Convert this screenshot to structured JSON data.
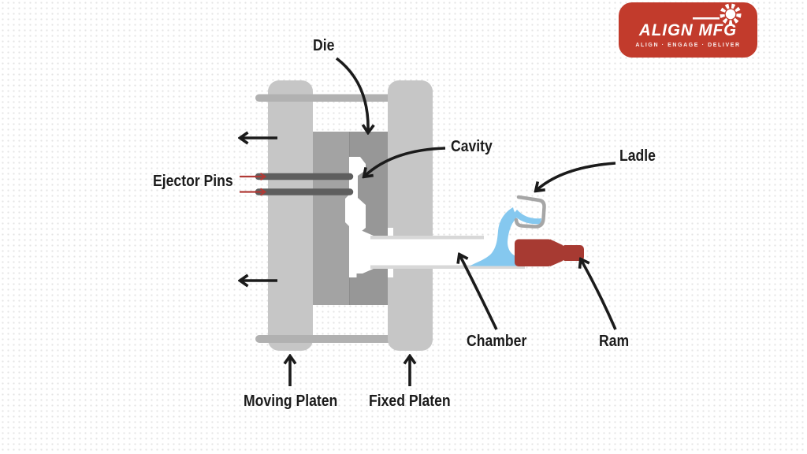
{
  "palette": {
    "ink": "#1b1b1b",
    "brand_red": "#c23b2c",
    "platen_gray": "#c6c6c6",
    "tiebar_gray": "#b1b1b1",
    "die_left_gray": "#a3a3a3",
    "die_right_gray": "#979797",
    "pin_gray": "#5e5e5e",
    "pin_arrow_red": "#b03a36",
    "melt_blue": "#85c8ef",
    "ram_red": "#a73a32",
    "chamber_outline_gray": "#d8d8d8",
    "ladle_gray": "#a6a6a6"
  },
  "logo": {
    "name": "ALIGN MFG",
    "tagline": "ALIGN · ENGAGE · DELIVER"
  },
  "labels": {
    "die": "Die",
    "cavity": "Cavity",
    "ladle": "Ladle",
    "ejector_pins": "Ejector Pins",
    "chamber": "Chamber",
    "ram": "Ram",
    "moving_platen": "Moving Platen",
    "fixed_platen": "Fixed Platen"
  }
}
